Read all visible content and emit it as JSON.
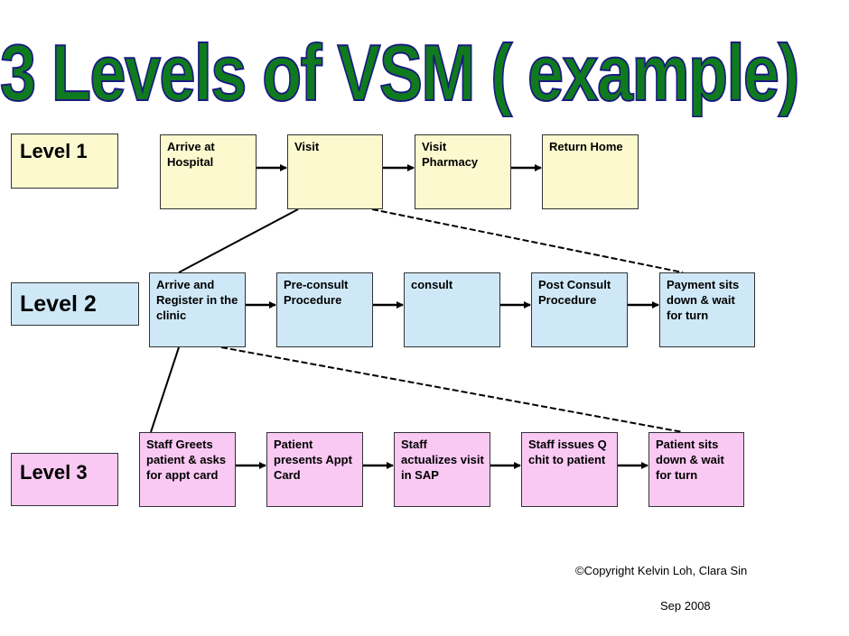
{
  "title": "3 Levels of VSM ( example)",
  "levels": [
    {
      "label": "Level 1",
      "steps": [
        "Arrive at Hospital",
        "Visit",
        "Visit Pharmacy",
        "Return Home"
      ]
    },
    {
      "label": "Level 2",
      "steps": [
        "Arrive and Register in the clinic",
        "Pre-consult Procedure",
        "consult",
        "Post Consult Procedure",
        "Payment sits down & wait for turn"
      ]
    },
    {
      "label": "Level 3",
      "steps": [
        "Staff Greets patient & asks for appt card",
        "Patient presents Appt Card",
        "Staff actualizes visit in SAP",
        "Staff issues Q chit to patient",
        "Patient sits down & wait for turn"
      ]
    }
  ],
  "footer": {
    "copyright": "©Copyright Kelvin Loh, Clara Sin",
    "date": "Sep 2008"
  },
  "colors": {
    "title_fill": "#0f7a1e",
    "title_outline": "#1a1a80",
    "level1": "#fdf9cf",
    "level2": "#cfe8f7",
    "level3": "#f9c9f3"
  }
}
